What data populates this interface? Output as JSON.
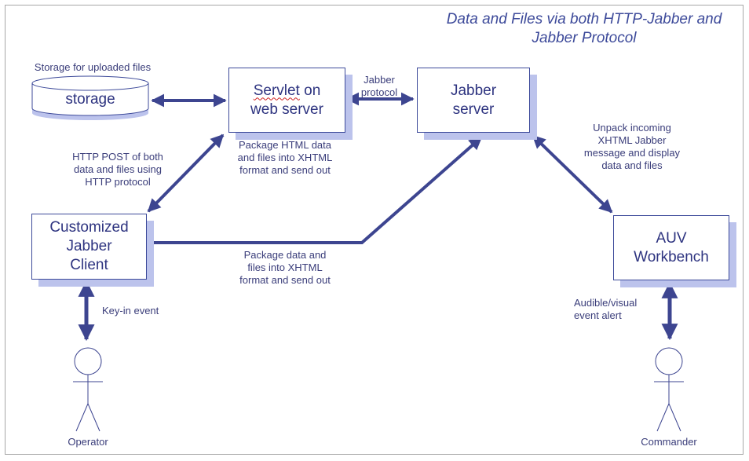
{
  "title": {
    "line1": "Data and Files via both HTTP-Jabber and",
    "line2": "Jabber Protocol"
  },
  "storage": {
    "caption": "Storage for uploaded files",
    "label": "storage"
  },
  "servlet": {
    "word1": "Servlet",
    "word1_rest": " on",
    "line2": "web server"
  },
  "jabber_server": {
    "line1": "Jabber",
    "line2": "server"
  },
  "client": {
    "line1": "Customized",
    "line2": "Jabber",
    "line3": "Client"
  },
  "workbench": {
    "line1": "AUV",
    "line2": "Workbench"
  },
  "labels": {
    "jabber_protocol": [
      "Jabber",
      "protocol"
    ],
    "package_html": [
      "Package HTML data",
      "and files into XHTML",
      "format and send out"
    ],
    "http_post": [
      "HTTP POST of both",
      "data and files using",
      "HTTP protocol"
    ],
    "unpack": [
      "Unpack incoming",
      "XHTML Jabber",
      "message and display",
      "data and files"
    ],
    "package_data": [
      "Package data and",
      "files into XHTML",
      "format and send out"
    ],
    "keyin": "Key-in event",
    "audible": [
      "Audible/visual",
      "event alert"
    ]
  },
  "actors": {
    "operator": "Operator",
    "commander": "Commander"
  },
  "colors": {
    "arrow": "#3d4590",
    "box_border": "#3d4a9a",
    "box_shadow": "#bcc3ec",
    "text": "#2e3480",
    "squiggle": "#d02020"
  }
}
